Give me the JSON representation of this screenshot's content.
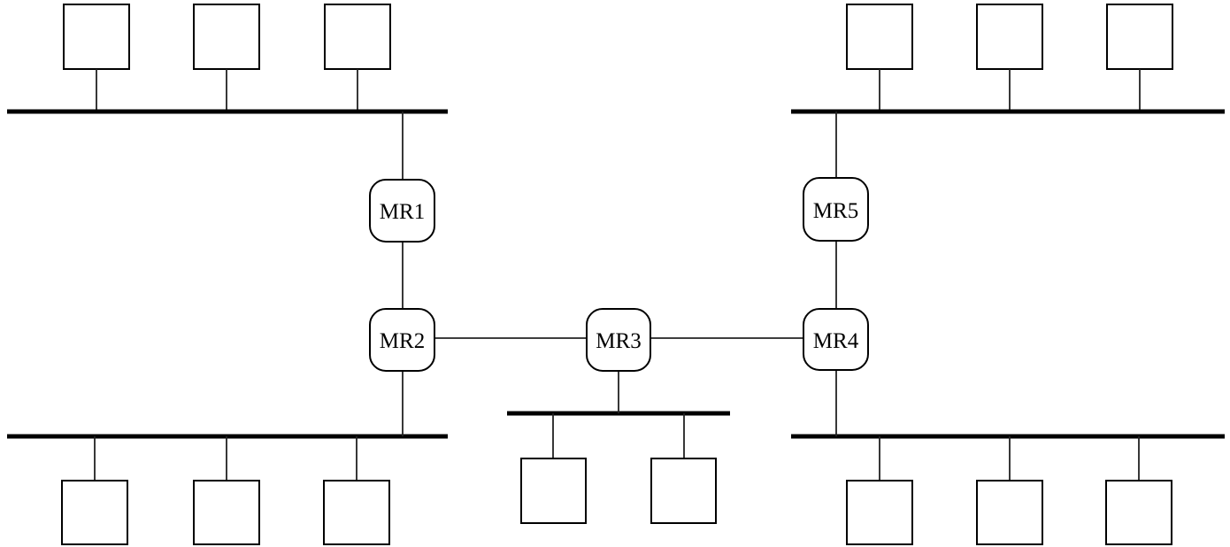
{
  "diagram": {
    "routers": [
      {
        "id": "mr1",
        "label": "MR1"
      },
      {
        "id": "mr2",
        "label": "MR2"
      },
      {
        "id": "mr3",
        "label": "MR3"
      },
      {
        "id": "mr4",
        "label": "MR4"
      },
      {
        "id": "mr5",
        "label": "MR5"
      }
    ],
    "segments": [
      {
        "id": "top-left",
        "router": "mr1",
        "host_count": 3
      },
      {
        "id": "bottom-left",
        "router": "mr2",
        "host_count": 3
      },
      {
        "id": "bottom-center",
        "router": "mr3",
        "host_count": 2
      },
      {
        "id": "bottom-right",
        "router": "mr4",
        "host_count": 3
      },
      {
        "id": "top-right",
        "router": "mr5",
        "host_count": 3
      }
    ],
    "links": [
      [
        "mr1",
        "mr2"
      ],
      [
        "mr2",
        "mr3"
      ],
      [
        "mr3",
        "mr4"
      ],
      [
        "mr4",
        "mr5"
      ]
    ]
  }
}
